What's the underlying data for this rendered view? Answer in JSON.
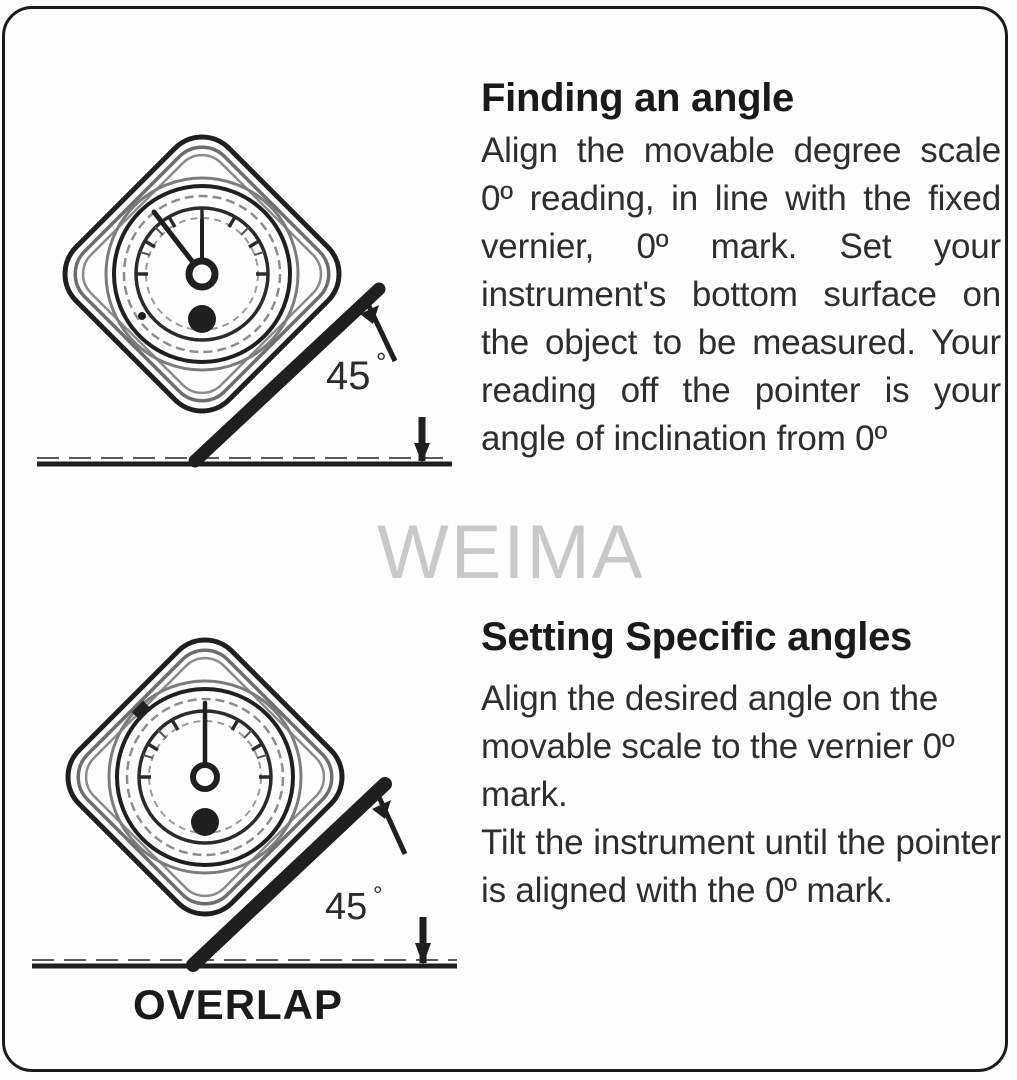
{
  "document": {
    "watermark": "WEIMA",
    "background_color": "#fdfdfd",
    "ink_color": "#1a1a1a",
    "watermark_color": "#c9c9c9"
  },
  "sections": [
    {
      "id": "finding-an-angle",
      "title": "Finding an angle",
      "body": "Align the movable degree scale 0º reading, in line with the fixed vernier, 0º mark. Set your instrument's bottom surface on the object to be measured. Your reading off the pointer is your angle of inclination from 0º"
    },
    {
      "id": "setting-specific-angles",
      "title": "Setting Specific angles",
      "body": "Align the desired angle on the movable scale to the vernier 0º mark.",
      "body2": "Tilt the instrument until the pointer is aligned with the 0º mark."
    }
  ],
  "diagrams": [
    {
      "id": "diagram-finding-angle",
      "angle_label": "45",
      "degree_symbol": "°",
      "instrument": "angle-gauge-protractor",
      "tilt_degrees": 45,
      "needle_direction": "up-left",
      "caption": ""
    },
    {
      "id": "diagram-setting-angle",
      "angle_label": "45",
      "degree_symbol": "°",
      "instrument": "angle-gauge-protractor",
      "tilt_degrees": 45,
      "needle_direction": "up",
      "caption": "OVERLAP"
    }
  ]
}
